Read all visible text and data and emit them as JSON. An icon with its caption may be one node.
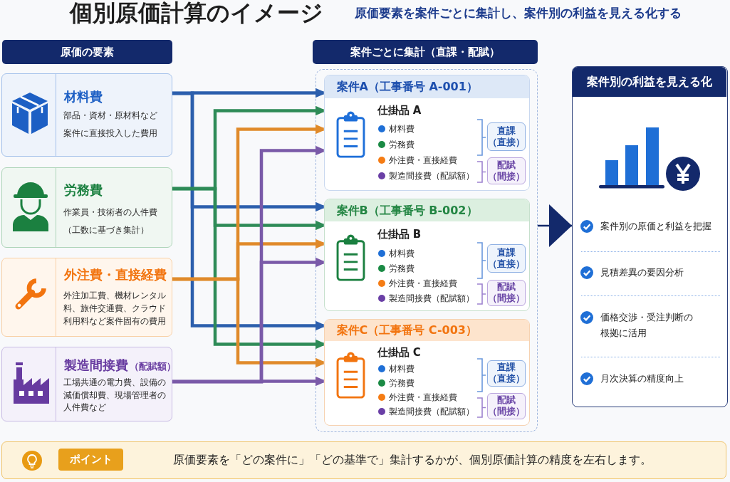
{
  "diagram": {
    "title": "個別原価計算のイメージ",
    "nodes": [
      {
        "text": [
          "原価の要素"
        ]
      },
      {
        "text": [
          "案件ごとに集計（直課・配賦）"
        ]
      },
      {
        "text": [
          "材料費",
          "部品・資材・原材料など案件に直接投入した費用"
        ]
      },
      {
        "text": [
          "労務費",
          "作業員・技術者の人件費（工数に基づき集計）"
        ]
      },
      {
        "text": [
          "外注費・直接経費",
          "外注加工費、機材レンタル料、旅件交通費、クラウド利用料など案件固有の費用"
        ]
      },
      {
        "text": [
          "製造間接費",
          "（配賦額）",
          "工場共通の電力費、設備の減価償却費、現場管理者の人件費など"
        ]
      },
      {
        "text": [],
        "shape": "box"
      },
      {
        "text": [
          "案件A（工事番号 A-001）",
          "仕掛品 A",
          "材料費",
          "労務費",
          "外注費・直接経費",
          "製造間接費（配賦額）"
        ],
        "in": 6
      },
      {
        "text": [
          "直課",
          "（直接）"
        ],
        "in": 7
      },
      {
        "text": [
          "配賦",
          "（間接）"
        ],
        "in": 7
      },
      {
        "text": [
          "案件B（工事番号 B-002）",
          "仕掛品 B",
          "材料費",
          "労務費",
          "外注費・直接経費",
          "製造間接費（配賦額）"
        ],
        "in": 6
      },
      {
        "text": [
          "直課",
          "（直接）"
        ],
        "in": 10
      },
      {
        "text": [
          "配賦",
          "（間接）"
        ],
        "in": 10
      },
      {
        "text": [
          "案件C（工事番号 C-003）",
          "仕掛品 C",
          "材料費",
          "労務費",
          "外注費・直接経費",
          "製造間接費（配賦額）"
        ],
        "in": 6
      },
      {
        "text": [
          "直課",
          "（直接）"
        ],
        "in": 13
      },
      {
        "text": [
          "配賦",
          "（間接）"
        ],
        "in": 13
      },
      {
        "text": [
          "案件別の利益を見える化",
          "案件別の原価と利益を把握",
          "見積差異の要因分析",
          "価格交渉・受注判断の根拠に活用",
          "月次決算の精度向上"
        ]
      },
      {
        "text": [
          "原価要素を「どの案件に」「どの基準で」集計するかが、個別原価計算の精度を左右します。"
        ]
      },
      {
        "text": [
          "ポイント"
        ],
        "in": 17
      }
    ],
    "edges": [
      {
        "from": 2,
        "to": 7,
        "arrow": "to",
        "color": "#2c5fad"
      },
      {
        "from": 2,
        "to": 10,
        "arrow": "to",
        "color": "#2c5fad"
      },
      {
        "from": 2,
        "to": 13,
        "arrow": "to",
        "color": "#2c5fad"
      },
      {
        "from": 3,
        "to": 7,
        "arrow": "to",
        "color": "#2e8b57"
      },
      {
        "from": 3,
        "to": 10,
        "arrow": "to",
        "color": "#2e8b57"
      },
      {
        "from": 3,
        "to": 13,
        "arrow": "to",
        "color": "#2e8b57"
      },
      {
        "from": 4,
        "to": 7,
        "arrow": "to",
        "color": "#e08a2a"
      },
      {
        "from": 4,
        "to": 10,
        "arrow": "to",
        "color": "#e08a2a"
      },
      {
        "from": 4,
        "to": 13,
        "arrow": "to",
        "color": "#e08a2a"
      },
      {
        "from": 5,
        "to": 7,
        "arrow": "to",
        "color": "#7a5aa8"
      },
      {
        "from": 5,
        "to": 10,
        "arrow": "to",
        "color": "#7a5aa8"
      },
      {
        "from": 5,
        "to": 13,
        "arrow": "to",
        "color": "#7a5aa8"
      },
      {
        "from": 6,
        "to": 16,
        "arrow": "to",
        "color": "#13296b"
      }
    ],
    "labels": [
      "原価要素を案件ごとに集計し、案件別の利益を見える化する"
    ]
  }
}
